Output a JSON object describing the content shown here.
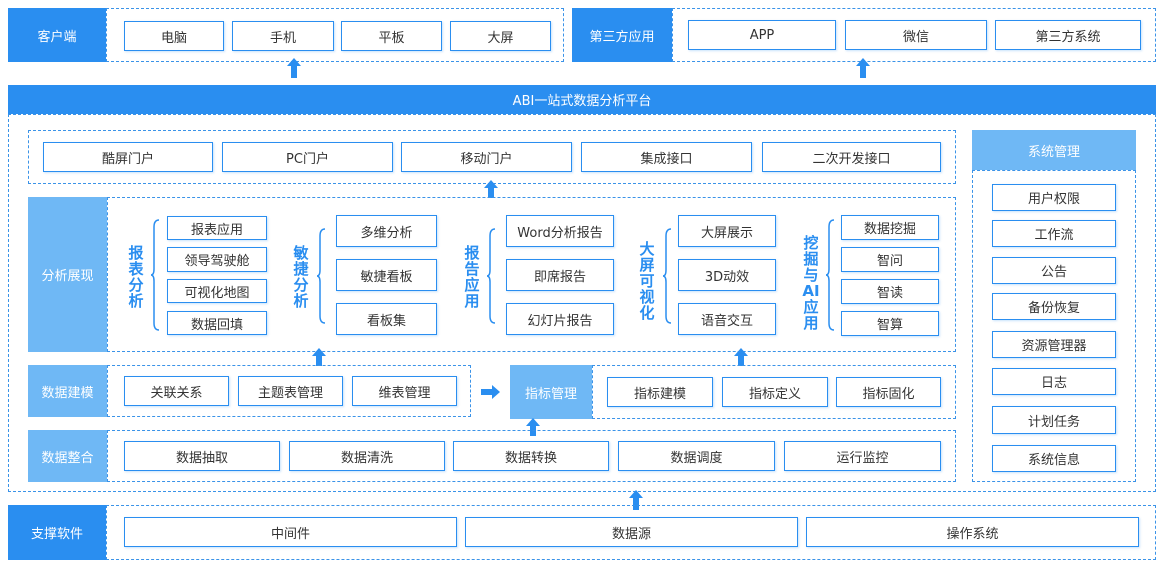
{
  "client": {
    "label": "客户端",
    "items": [
      "电脑",
      "手机",
      "平板",
      "大屏"
    ]
  },
  "third_party": {
    "label": "第三方应用",
    "items": [
      "APP",
      "微信",
      "第三方系统"
    ]
  },
  "platform_title": "ABI一站式数据分析平台",
  "portals": [
    "酷屏门户",
    "PC门户",
    "移动门户",
    "集成接口",
    "二次开发接口"
  ],
  "analysis": {
    "label": "分析展现",
    "groups": [
      {
        "title": "报表分析",
        "items": [
          "报表应用",
          "领导驾驶舱",
          "可视化地图",
          "数据回填"
        ]
      },
      {
        "title": "敏捷分析",
        "items": [
          "多维分析",
          "敏捷看板",
          "看板集"
        ]
      },
      {
        "title": "报告应用",
        "items": [
          "Word分析报告",
          "即席报告",
          "幻灯片报告"
        ]
      },
      {
        "title": "大屏可视化",
        "items": [
          "大屏展示",
          "3D动效",
          "语音交互"
        ]
      },
      {
        "title": "挖掘与AI应用",
        "items": [
          "数据挖掘",
          "智问",
          "智读",
          "智算"
        ]
      }
    ]
  },
  "modeling": {
    "label": "数据建模",
    "items": [
      "关联关系",
      "主题表管理",
      "维表管理"
    ]
  },
  "indicator": {
    "label": "指标管理",
    "items": [
      "指标建模",
      "指标定义",
      "指标固化"
    ]
  },
  "integration": {
    "label": "数据整合",
    "items": [
      "数据抽取",
      "数据清洗",
      "数据转换",
      "数据调度",
      "运行监控"
    ]
  },
  "system": {
    "label": "系统管理",
    "items": [
      "用户权限",
      "工作流",
      "公告",
      "备份恢复",
      "资源管理器",
      "日志",
      "计划任务",
      "系统信息"
    ]
  },
  "support": {
    "label": "支撑软件",
    "items": [
      "中间件",
      "数据源",
      "操作系统"
    ]
  },
  "colors": {
    "primary": "#2a8ef0",
    "light": "#6fb8f5",
    "border": "#3b93e8"
  }
}
